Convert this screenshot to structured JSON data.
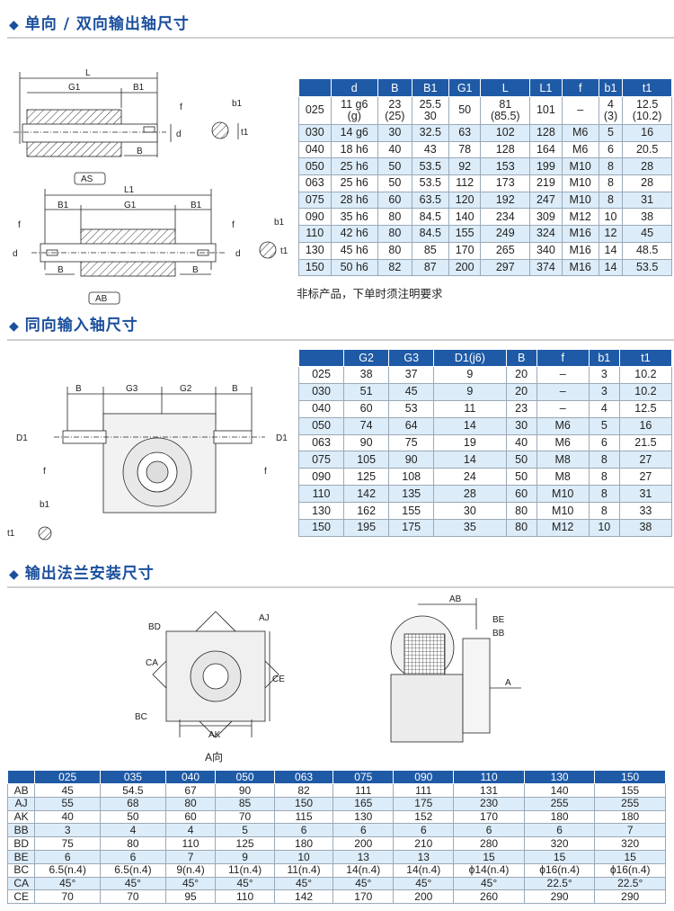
{
  "sections": [
    {
      "title": "单向 / 双向输出轴尺寸"
    },
    {
      "title": "同向输入轴尺寸"
    },
    {
      "title": "输出法兰安装尺寸"
    }
  ],
  "output_shaft": {
    "drawing_labels": {
      "L": "L",
      "G1": "G1",
      "B1": "B1",
      "f": "f",
      "d": "d",
      "B": "B",
      "AS": "AS",
      "b1": "b1",
      "t1": "t1",
      "L1": "L1",
      "AB": "AB"
    },
    "headers": [
      "",
      "d",
      "B",
      "B1",
      "G1",
      "L",
      "L1",
      "f",
      "b1",
      "t1"
    ],
    "rows": [
      [
        "025",
        "11 g6\n(g)",
        "23\n(25)",
        "25.5\n30",
        "50",
        "81\n(85.5)",
        "101",
        "–",
        "4\n(3)",
        "12.5\n(10.2)"
      ],
      [
        "030",
        "14 g6",
        "30",
        "32.5",
        "63",
        "102",
        "128",
        "M6",
        "5",
        "16"
      ],
      [
        "040",
        "18 h6",
        "40",
        "43",
        "78",
        "128",
        "164",
        "M6",
        "6",
        "20.5"
      ],
      [
        "050",
        "25 h6",
        "50",
        "53.5",
        "92",
        "153",
        "199",
        "M10",
        "8",
        "28"
      ],
      [
        "063",
        "25 h6",
        "50",
        "53.5",
        "112",
        "173",
        "219",
        "M10",
        "8",
        "28"
      ],
      [
        "075",
        "28 h6",
        "60",
        "63.5",
        "120",
        "192",
        "247",
        "M10",
        "8",
        "31"
      ],
      [
        "090",
        "35 h6",
        "80",
        "84.5",
        "140",
        "234",
        "309",
        "M12",
        "10",
        "38"
      ],
      [
        "110",
        "42 h6",
        "80",
        "84.5",
        "155",
        "249",
        "324",
        "M16",
        "12",
        "45"
      ],
      [
        "130",
        "45 h6",
        "80",
        "85",
        "170",
        "265",
        "340",
        "M16",
        "14",
        "48.5"
      ],
      [
        "150",
        "50 h6",
        "82",
        "87",
        "200",
        "297",
        "374",
        "M16",
        "14",
        "53.5"
      ]
    ],
    "note": "非标产品，下单时须注明要求"
  },
  "input_shaft": {
    "drawing_labels": {
      "B": "B",
      "G3": "G3",
      "G2": "G2",
      "D1": "D1",
      "f": "f",
      "b1": "b1",
      "t1": "t1"
    },
    "headers": [
      "",
      "G2",
      "G3",
      "D1(j6)",
      "B",
      "f",
      "b1",
      "t1"
    ],
    "rows": [
      [
        "025",
        "38",
        "37",
        "9",
        "20",
        "–",
        "3",
        "10.2"
      ],
      [
        "030",
        "51",
        "45",
        "9",
        "20",
        "–",
        "3",
        "10.2"
      ],
      [
        "040",
        "60",
        "53",
        "11",
        "23",
        "–",
        "4",
        "12.5"
      ],
      [
        "050",
        "74",
        "64",
        "14",
        "30",
        "M6",
        "5",
        "16"
      ],
      [
        "063",
        "90",
        "75",
        "19",
        "40",
        "M6",
        "6",
        "21.5"
      ],
      [
        "075",
        "105",
        "90",
        "14",
        "50",
        "M8",
        "8",
        "27"
      ],
      [
        "090",
        "125",
        "108",
        "24",
        "50",
        "M8",
        "8",
        "27"
      ],
      [
        "110",
        "142",
        "135",
        "28",
        "60",
        "M10",
        "8",
        "31"
      ],
      [
        "130",
        "162",
        "155",
        "30",
        "80",
        "M10",
        "8",
        "33"
      ],
      [
        "150",
        "195",
        "175",
        "35",
        "80",
        "M12",
        "10",
        "38"
      ]
    ]
  },
  "flange": {
    "drawing_labels": {
      "BD": "BD",
      "AJ": "AJ",
      "CA": "CA",
      "CE": "CE",
      "BC": "BC",
      "AK": "AK",
      "view": "A向",
      "AB": "AB",
      "BE": "BE",
      "BB": "BB",
      "A": "A"
    },
    "headers": [
      "",
      "025",
      "035",
      "040",
      "050",
      "063",
      "075",
      "090",
      "110",
      "130",
      "150"
    ],
    "rows": [
      [
        "AB",
        "45",
        "54.5",
        "67",
        "90",
        "82",
        "111",
        "111",
        "131",
        "140",
        "155"
      ],
      [
        "AJ",
        "55",
        "68",
        "80",
        "85",
        "150",
        "165",
        "175",
        "230",
        "255",
        "255"
      ],
      [
        "AK",
        "40",
        "50",
        "60",
        "70",
        "115",
        "130",
        "152",
        "170",
        "180",
        "180"
      ],
      [
        "BB",
        "3",
        "4",
        "4",
        "5",
        "6",
        "6",
        "6",
        "6",
        "6",
        "7"
      ],
      [
        "BD",
        "75",
        "80",
        "110",
        "125",
        "180",
        "200",
        "210",
        "280",
        "320",
        "320"
      ],
      [
        "BE",
        "6",
        "6",
        "7",
        "9",
        "10",
        "13",
        "13",
        "15",
        "15",
        "15"
      ],
      [
        "BC",
        "6.5(n.4)",
        "6.5(n.4)",
        "9(n.4)",
        "11(n.4)",
        "11(n.4)",
        "14(n.4)",
        "14(n.4)",
        "ϕ14(n.4)",
        "ϕ16(n.4)",
        "ϕ16(n.4)"
      ],
      [
        "CA",
        "45°",
        "45°",
        "45°",
        "45°",
        "45°",
        "45°",
        "45°",
        "45°",
        "22.5°",
        "22.5°"
      ],
      [
        "CE",
        "70",
        "70",
        "95",
        "110",
        "142",
        "170",
        "200",
        "260",
        "290",
        "290"
      ]
    ]
  },
  "colors": {
    "title": "#1a4f9c",
    "header": "#1f5aa6",
    "alt_row": "#dcecf8"
  }
}
